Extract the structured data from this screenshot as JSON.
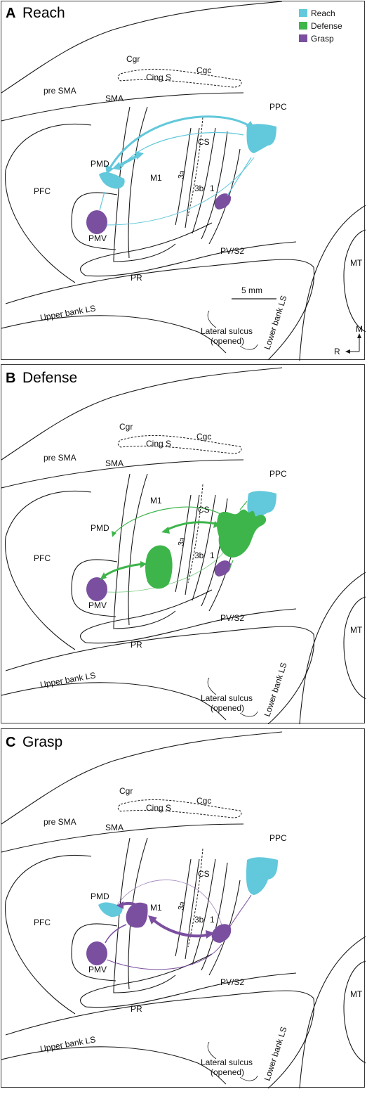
{
  "legend": [
    {
      "label": "Reach",
      "color": "#62c8db"
    },
    {
      "label": "Defense",
      "color": "#3db54a"
    },
    {
      "label": "Grasp",
      "color": "#7b4fa0"
    }
  ],
  "colors": {
    "reach": "#62c8db",
    "defense": "#3db54a",
    "grasp": "#7b4fa0",
    "outline": "#1a1a1a"
  },
  "labels": {
    "cgr": "Cgr",
    "cgc": "Cgc",
    "cing_s": "Cing S",
    "sma": "SMA",
    "pre_sma": "pre SMA",
    "ppc": "PPC",
    "pmd": "PMD",
    "m1": "M1",
    "cs": "CS",
    "area_3a": "3a",
    "area_3b": "3b",
    "area_1": "1",
    "pfc": "PFC",
    "pmv": "PMV",
    "pv_s2": "PV/S2",
    "pr": "PR",
    "mt": "MT",
    "upper_bank_ls": "Upper bank LS",
    "lower_bank_ls": "Lower bank LS",
    "lateral_sulcus_1": "Lateral sulcus",
    "lateral_sulcus_2": "(opened)",
    "scale": "5 mm",
    "compass_m": "M",
    "compass_r": "R"
  },
  "panels": [
    {
      "letter": "A",
      "title": "Reach"
    },
    {
      "letter": "B",
      "title": "Defense"
    },
    {
      "letter": "C",
      "title": "Grasp"
    }
  ]
}
